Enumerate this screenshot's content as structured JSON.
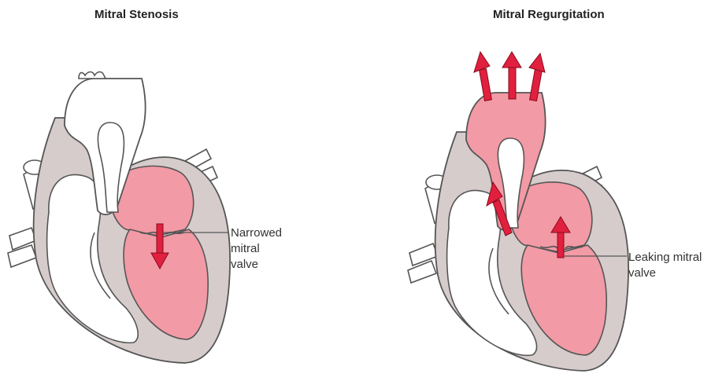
{
  "panels": [
    {
      "title": "Mitral Stenosis",
      "callout_lines": [
        "Narrowed",
        "mitral",
        "valve"
      ]
    },
    {
      "title": "Mitral Regurgitation",
      "callout_lines": [
        "Leaking mitral",
        "valve"
      ]
    }
  ],
  "colors": {
    "heart_wall": "#d6cccc",
    "outline": "#555555",
    "chamber_pink": "#f29aa5",
    "arrow_red": "#e0203e",
    "vessel_white": "#ffffff"
  }
}
